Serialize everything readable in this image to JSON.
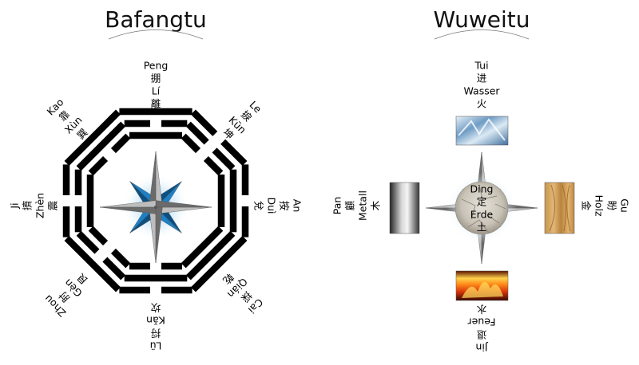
{
  "titles": {
    "left": "Bafangtu",
    "right": "Wuweitu"
  },
  "bafangtu": {
    "top": [
      "Peng",
      "掤",
      "Lí",
      "離"
    ],
    "top_right": [
      "Le",
      "捩",
      "Kūn",
      "坤"
    ],
    "right": [
      "An",
      "按",
      "Duì",
      "兌"
    ],
    "bottom_right": [
      "Cai",
      "採",
      "Qián",
      "乾"
    ],
    "bottom": [
      "Lü",
      "捋",
      "Kǎn",
      "坎"
    ],
    "bottom_left": [
      "Zhou",
      "肘",
      "Gèn",
      "艮"
    ],
    "left": [
      "Ji",
      "擠",
      "Zhèn",
      "震"
    ],
    "top_left": [
      "Kao",
      "靠",
      "Xùn",
      "巽"
    ]
  },
  "wuweitu": {
    "top": [
      "Tui",
      "进",
      "Wasser",
      "火"
    ],
    "right": [
      "Gu",
      "盼",
      "Holz",
      "金"
    ],
    "bottom": [
      "Jin",
      "退",
      "Feuer",
      "水"
    ],
    "left": [
      "Pan",
      "顧",
      "Metall",
      "木"
    ],
    "center": [
      "Ding",
      "定",
      "Erde",
      "土"
    ]
  },
  "colors": {
    "compass_blue": "#1f7fc4",
    "compass_grey": "#9a9a9a",
    "trigram": "#000000"
  },
  "icons": [
    "compass-rose-icon",
    "water-ice-image",
    "wood-texture-image",
    "fire-image",
    "metal-texture-image",
    "earth-texture-image"
  ]
}
